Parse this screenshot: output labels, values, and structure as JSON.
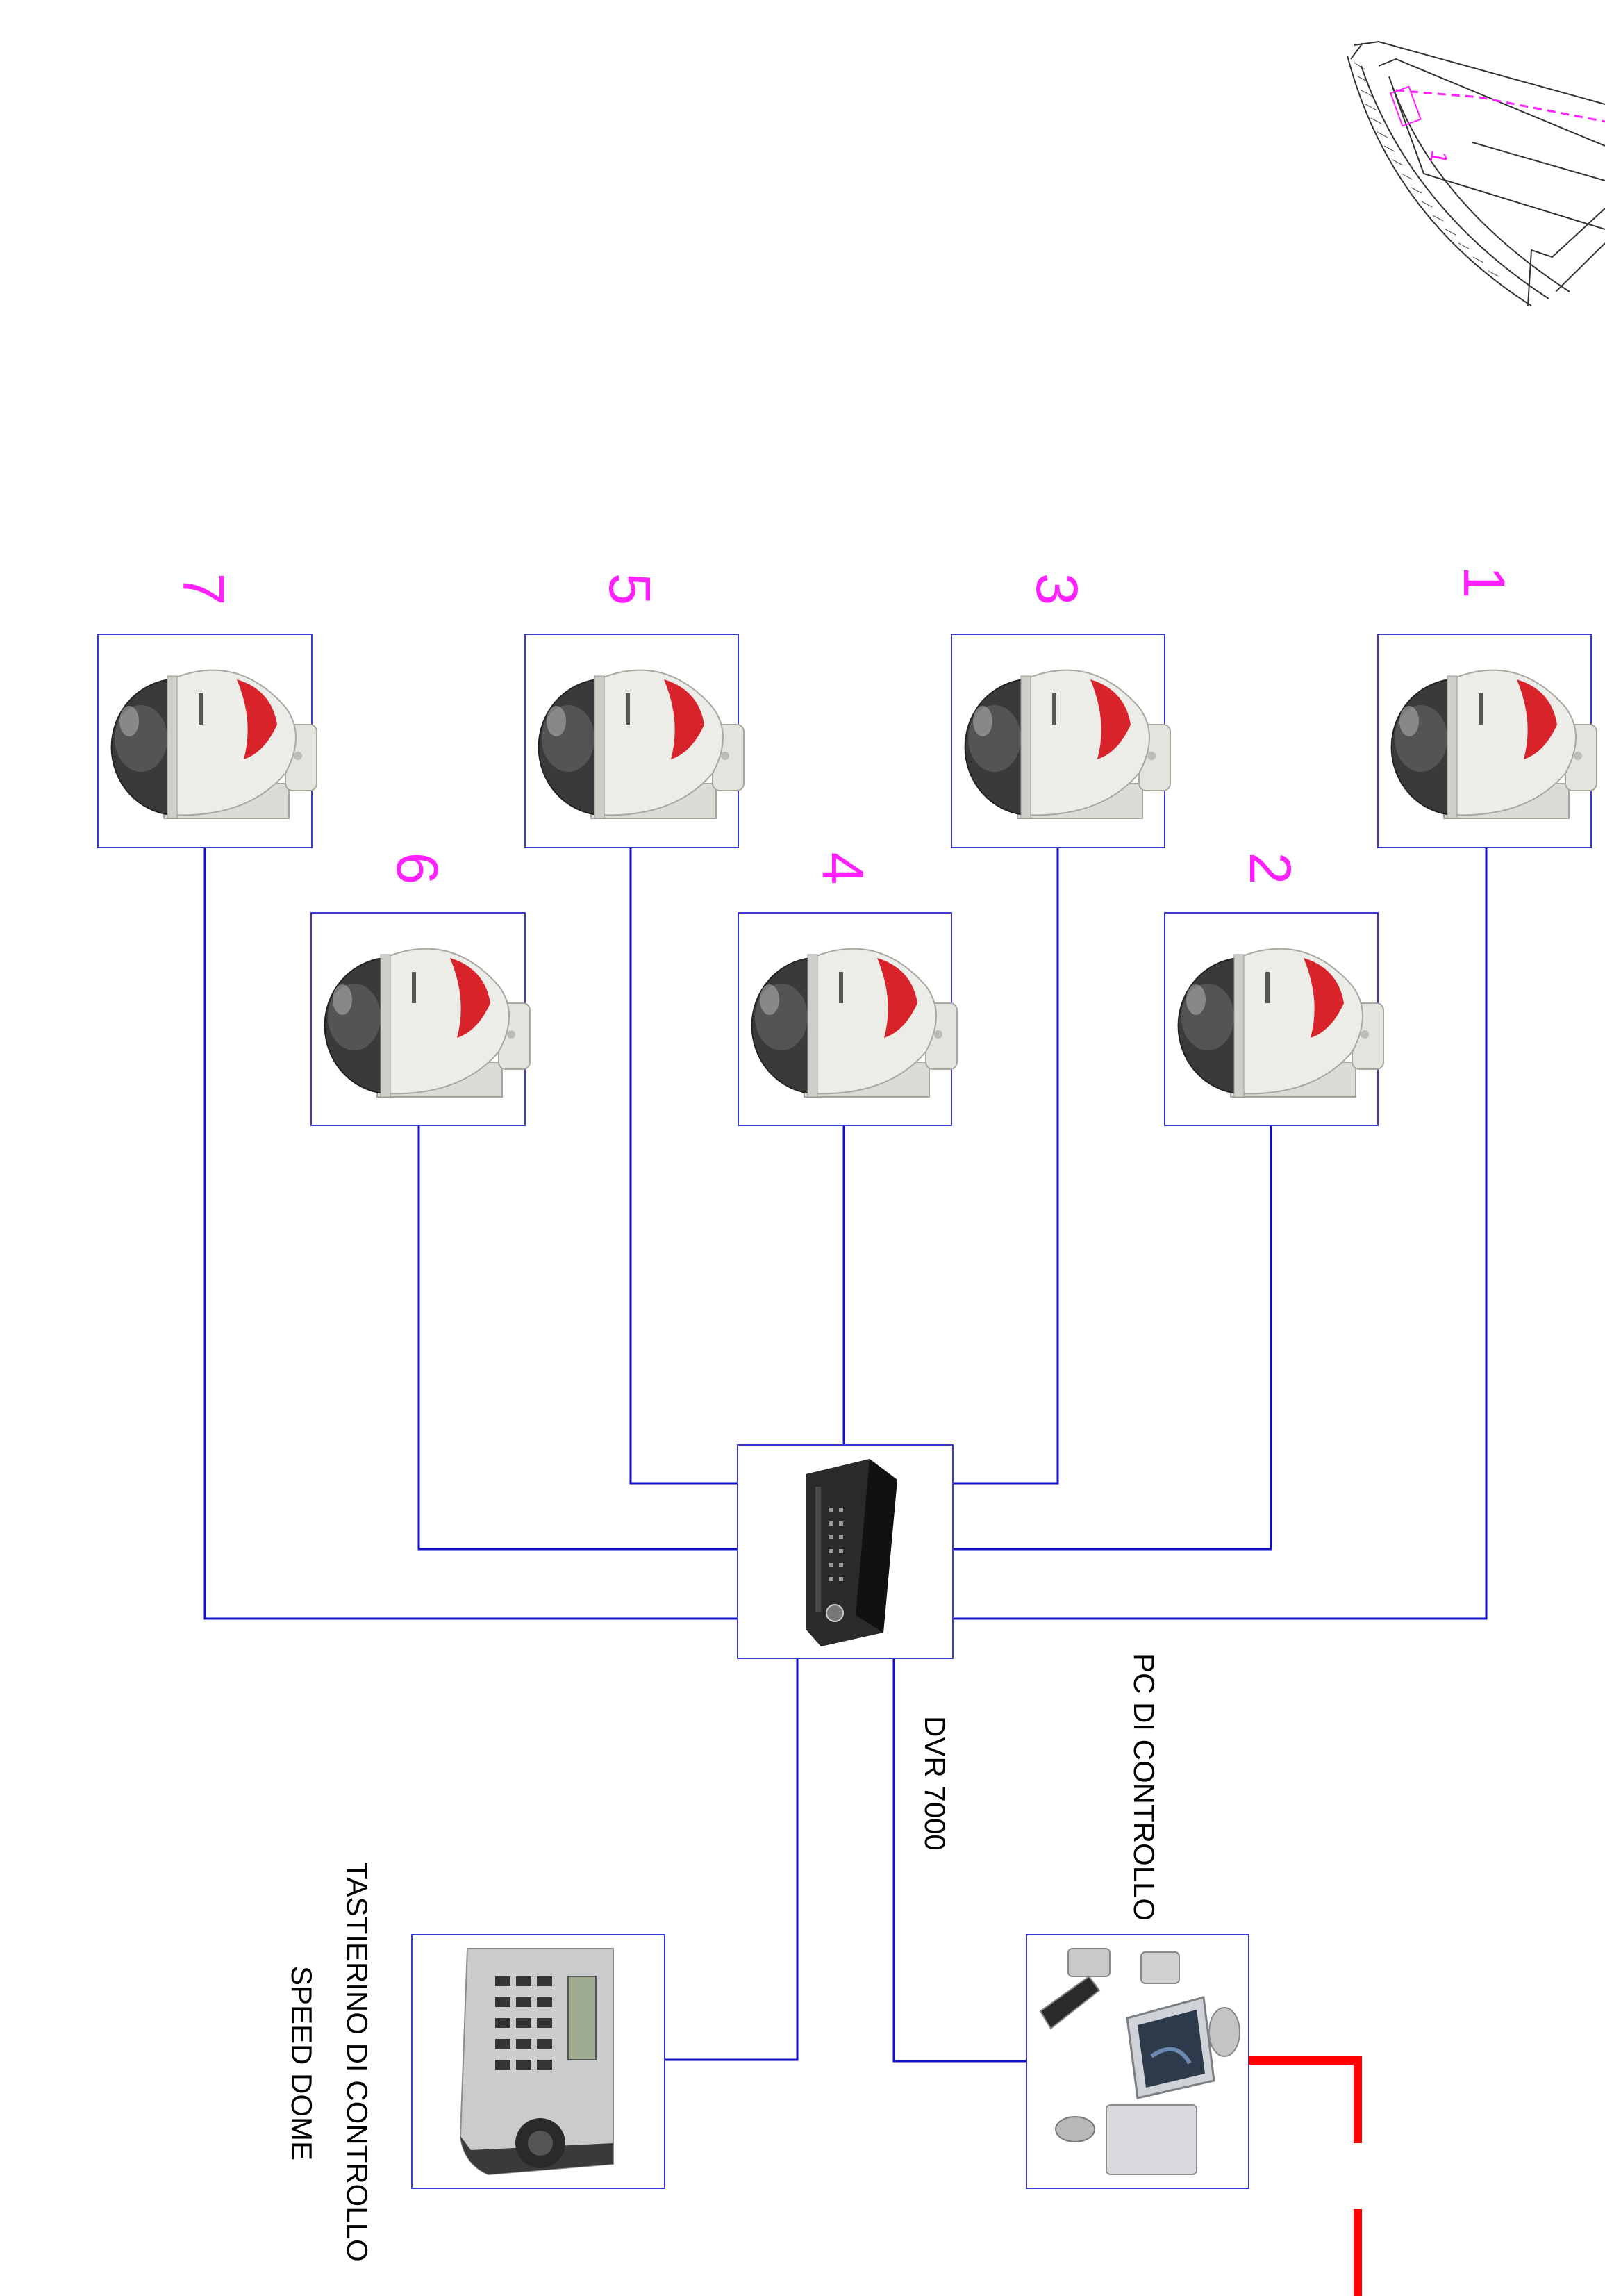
{
  "diagram": {
    "cameras": [
      {
        "id": 1,
        "label": "1"
      },
      {
        "id": 2,
        "label": "2"
      },
      {
        "id": 3,
        "label": "3"
      },
      {
        "id": 4,
        "label": "4"
      },
      {
        "id": 5,
        "label": "5"
      },
      {
        "id": 6,
        "label": "6"
      },
      {
        "id": 7,
        "label": "7"
      }
    ],
    "dvr_label": "DVR 7000",
    "pc_label": "PC DI CONTROLLO",
    "keyboard_label_line1": "TASTIERINO DI CONTROLLO",
    "keyboard_label_line2": "SPEED DOME",
    "minimap_label": "1"
  },
  "colors": {
    "wire": "#1010c8",
    "frame": "#3a3ad0",
    "camera_number": "#ff22ff",
    "uplink": "#ff0000",
    "minimap_dashed": "#ff22ff",
    "text": "#000000"
  }
}
